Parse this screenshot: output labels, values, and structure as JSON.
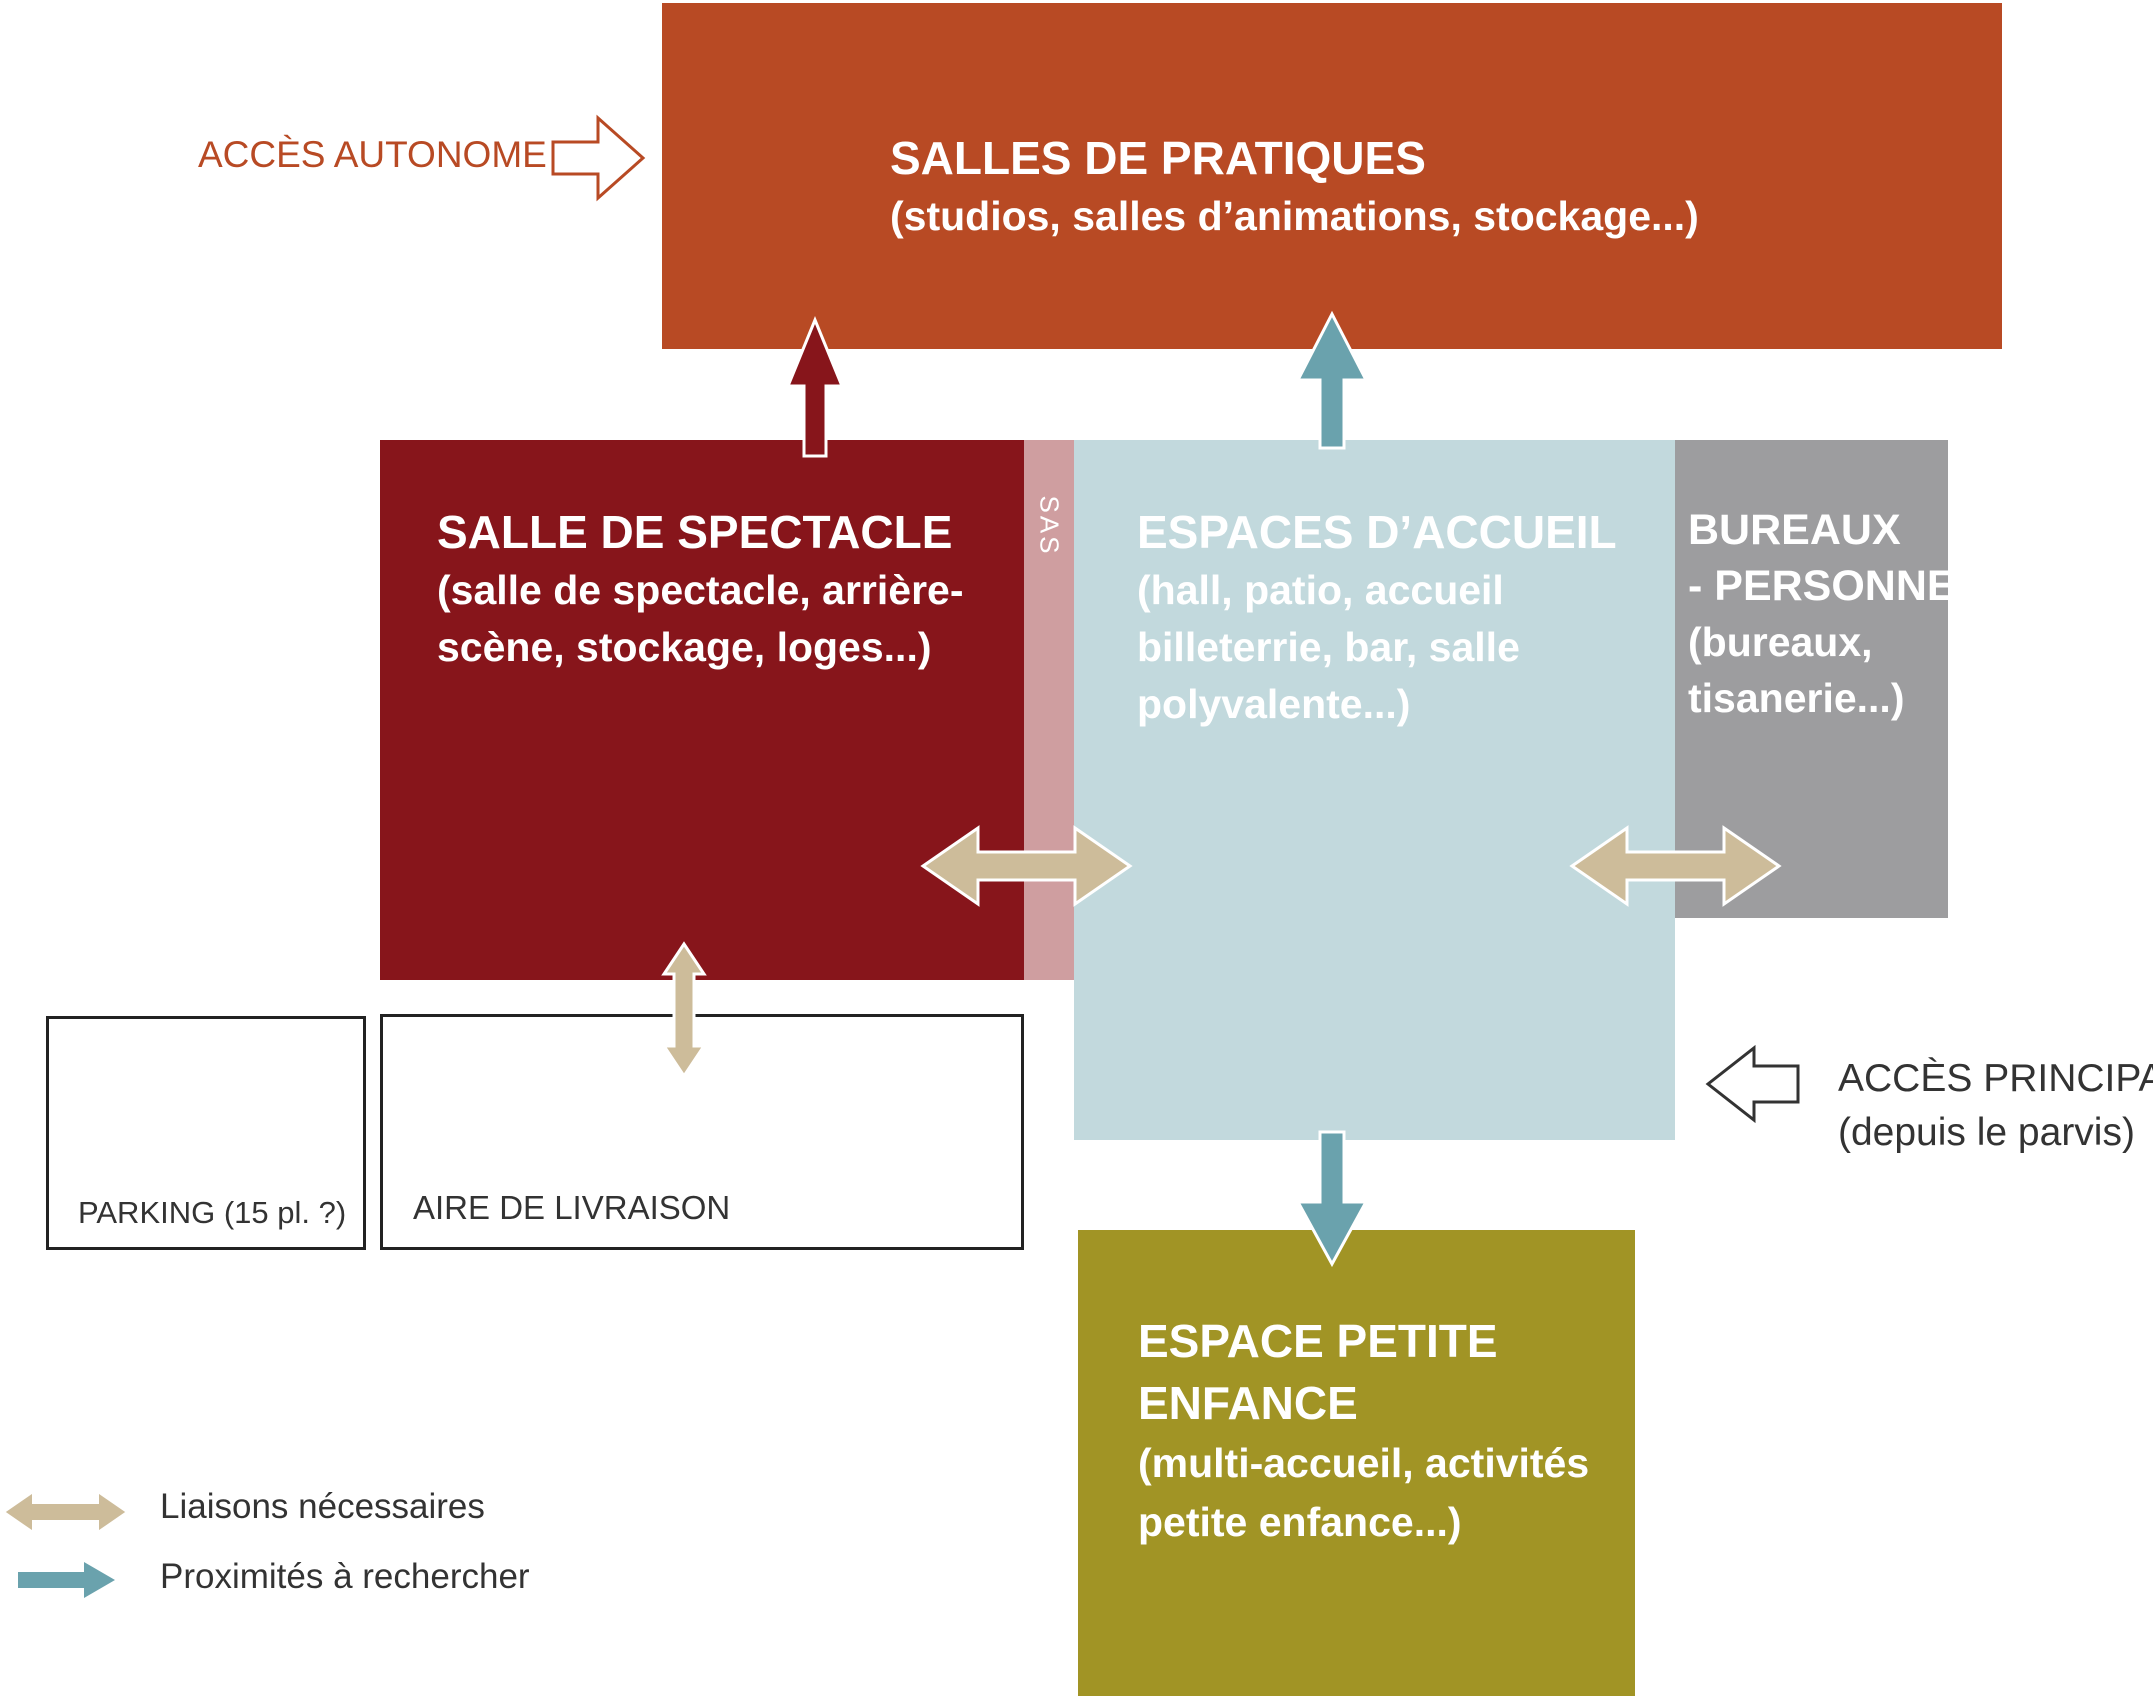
{
  "colors": {
    "pratiques": "#b84a24",
    "spectacle": "#87151b",
    "sas": "#cf9ea0",
    "accueil": "#c2d9dd",
    "bureaux": "#9d9d9f",
    "enfance": "#a19425",
    "liaison_arrow": "#cdbc9a",
    "proximite_arrow": "#6aa2ad",
    "spectacle_arrow": "#87151b",
    "acces_autonome": "#b84a24"
  },
  "boxes": {
    "pratiques": {
      "title": "SALLES DE PRATIQUES",
      "line1": "(studios, salles d’animations, stockage...)"
    },
    "spectacle": {
      "title": "SALLE DE SPECTACLE",
      "line1": "(salle  de spectacle, arrière-",
      "line2": "scène, stockage, loges...)"
    },
    "sas": {
      "label": "SAS"
    },
    "accueil": {
      "title": "ESPACES D’ACCUEIL",
      "line1": "(hall, patio, accueil",
      "line2": "billeterrie, bar, salle",
      "line3": "polyvalente...)"
    },
    "bureaux": {
      "title1": "BUREAUX",
      "title2": "- PERSONNEL",
      "line1": "(bureaux,",
      "line2": "tisanerie...)"
    },
    "enfance": {
      "title1": "ESPACE PETITE",
      "title2": "ENFANCE",
      "line1": "(multi-accueil, activités",
      "line2": "petite enfance...)"
    },
    "parking": {
      "label": "PARKING (15 pl. ?)"
    },
    "livraison": {
      "label": "AIRE DE LIVRAISON"
    }
  },
  "access": {
    "autonome": "ACCÈS AUTONOME",
    "principal_line1": "ACCÈS PRINCIPAL",
    "principal_line2": "(depuis le parvis)"
  },
  "legend": {
    "liaisons": "Liaisons nécessaires",
    "proximites": "Proximités à rechercher"
  }
}
